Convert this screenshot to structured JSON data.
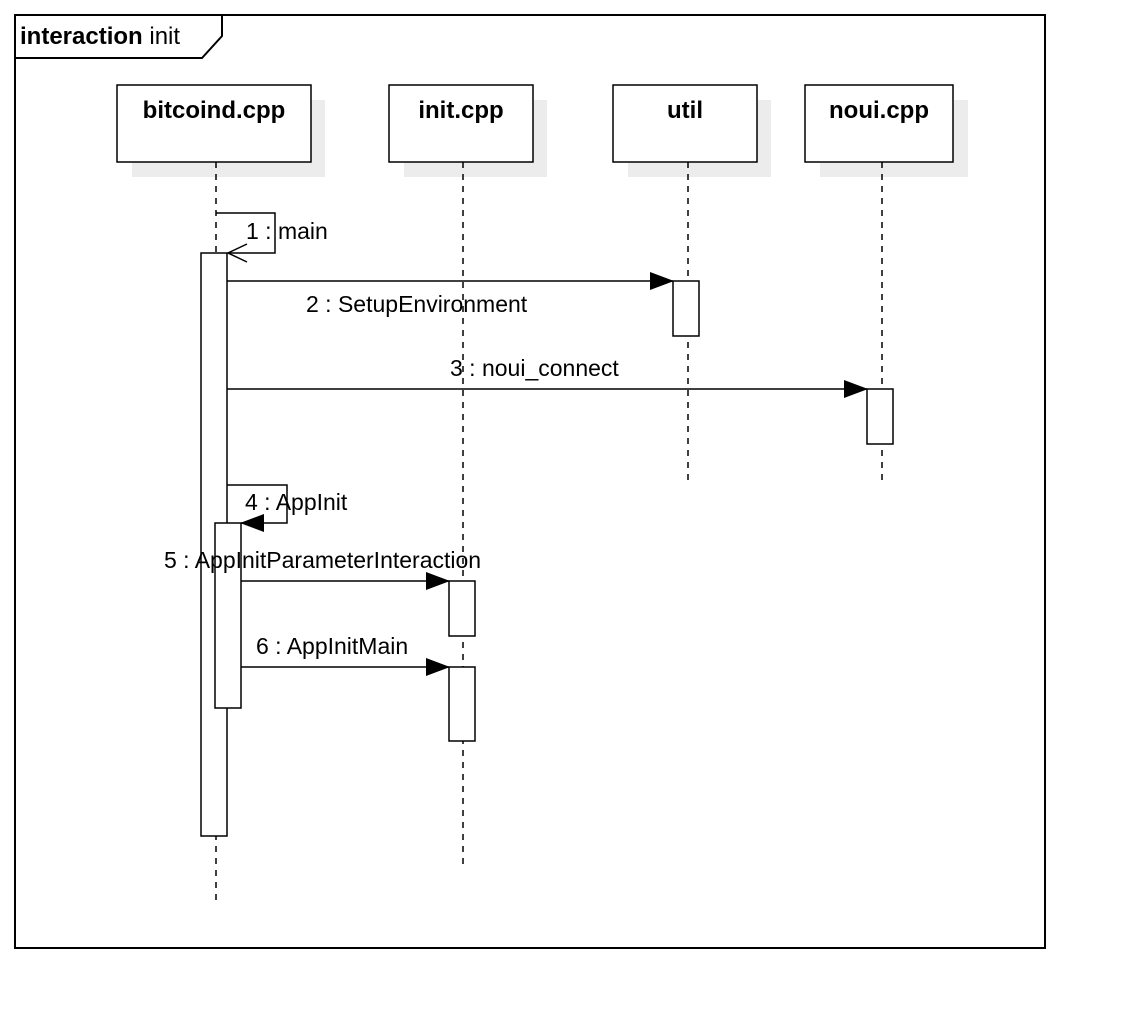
{
  "frame": {
    "keyword": "interaction",
    "name": "init"
  },
  "lifelines": [
    {
      "id": "bitcoind",
      "name": "bitcoind.cpp"
    },
    {
      "id": "init",
      "name": "init.cpp"
    },
    {
      "id": "util",
      "name": "util"
    },
    {
      "id": "noui",
      "name": "noui.cpp"
    }
  ],
  "messages": [
    {
      "seq": "1",
      "label": "main",
      "from": "bitcoind.cpp",
      "to": "bitcoind.cpp"
    },
    {
      "seq": "2",
      "label": "SetupEnvironment",
      "from": "bitcoind.cpp",
      "to": "util"
    },
    {
      "seq": "3",
      "label": "noui_connect",
      "from": "bitcoind.cpp",
      "to": "noui.cpp"
    },
    {
      "seq": "4",
      "label": "AppInit",
      "from": "bitcoind.cpp",
      "to": "bitcoind.cpp"
    },
    {
      "seq": "5",
      "label": "AppInitParameterInteraction",
      "from": "bitcoind.cpp",
      "to": "init.cpp"
    },
    {
      "seq": "6",
      "label": "AppInitMain",
      "from": "bitcoind.cpp",
      "to": "init.cpp"
    }
  ],
  "message_texts": {
    "m1": "1 : main",
    "m2": "2 : SetupEnvironment",
    "m3": "3 : noui_connect",
    "m4": "4 : AppInit",
    "m5": "5 : AppInitParameterInteraction",
    "m6": "6 : AppInitMain"
  }
}
